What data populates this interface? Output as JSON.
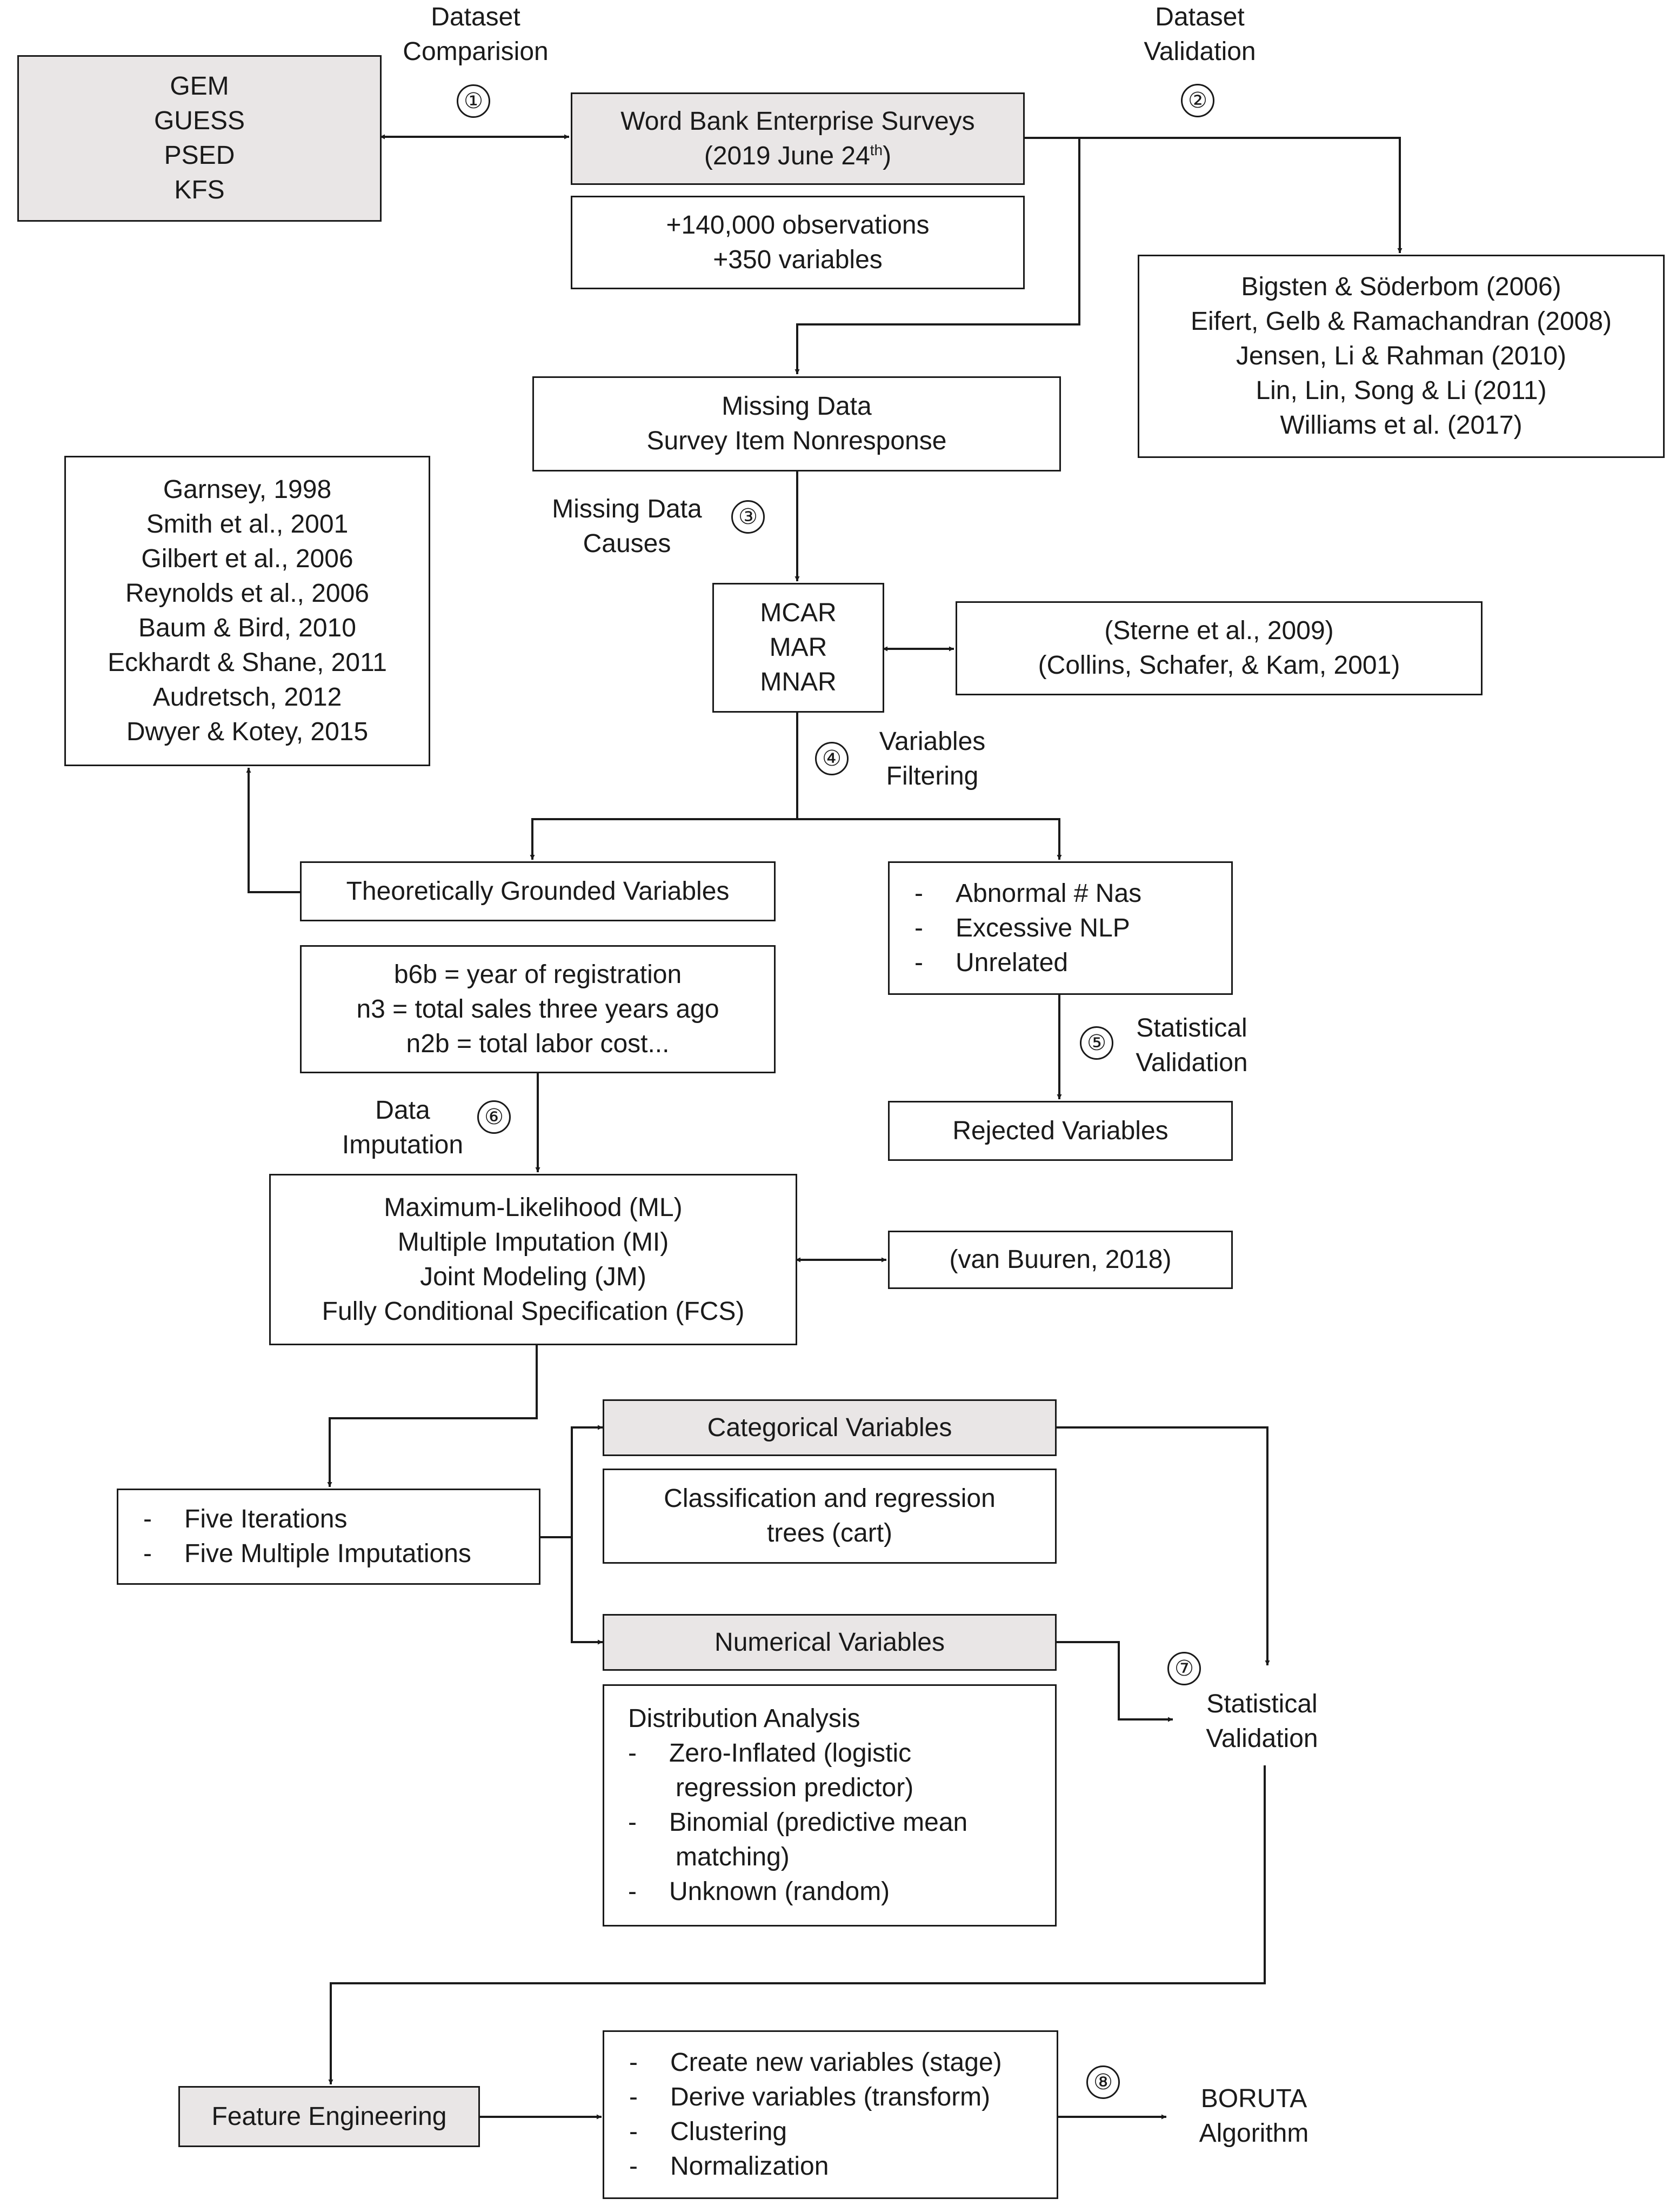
{
  "nodes": {
    "datasets": [
      "GEM",
      "GUESS",
      "PSED",
      "KFS"
    ],
    "wbes_title": "Word Bank Enterprise Surveys",
    "wbes_date_prefix": "(2019 June 24",
    "wbes_date_sup": "th",
    "wbes_date_suffix": ")",
    "observations": [
      "+140,000 observations",
      "+350 variables"
    ],
    "validation_refs": [
      "Bigsten & Söderbom (2006)",
      "Eifert, Gelb & Ramachandran (2008)",
      "Jensen, Li & Rahman (2010)",
      "Lin, Lin, Song & Li (2011)",
      "Williams et al. (2017)"
    ],
    "missing_data": [
      "Missing Data",
      "Survey Item Nonresponse"
    ],
    "literature": [
      "Garnsey, 1998",
      "Smith et al., 2001",
      "Gilbert et al., 2006",
      "Reynolds et al., 2006",
      "Baum & Bird, 2010",
      "Eckhardt & Shane, 2011",
      "Audretsch, 2012",
      "Dwyer & Kotey, 2015"
    ],
    "mechanisms": [
      "MCAR",
      "MAR",
      "MNAR"
    ],
    "mechanism_refs": [
      "(Sterne et al., 2009)",
      "(Collins, Schafer, & Kam, 2001)"
    ],
    "grounded": "Theoretically Grounded Variables",
    "filter_reasons": [
      "Abnormal # Nas",
      "Excessive NLP",
      "Unrelated"
    ],
    "variables_examples": [
      "b6b = year of registration",
      "n3 = total sales three years ago",
      "n2b = total labor cost..."
    ],
    "rejected": "Rejected Variables",
    "imputation_methods": [
      "Maximum-Likelihood (ML)",
      "Multiple Imputation (MI)",
      "Joint Modeling (JM)",
      "Fully Conditional Specification (FCS)"
    ],
    "imputation_ref": "(van Buuren, 2018)",
    "iterations": [
      "Five Iterations",
      "Five Multiple Imputations"
    ],
    "categorical": "Categorical Variables",
    "cart": [
      "Classification and regression",
      "trees (cart)"
    ],
    "numerical": "Numerical Variables",
    "distribution_title": "Distribution Analysis",
    "distribution_items": [
      "Zero-Inflated (logistic",
      "regression predictor)",
      "Binomial (predictive mean",
      "matching)",
      "Unknown (random)"
    ],
    "feature_engineering": "Feature Engineering",
    "fe_steps": [
      "Create new variables (stage)",
      "Derive variables (transform)",
      "Clustering",
      "Normalization"
    ],
    "boruta": [
      "BORUTA",
      "Algorithm"
    ]
  },
  "labels": {
    "comparison": [
      "Dataset",
      "Comparision"
    ],
    "validation": [
      "Dataset",
      "Validation"
    ],
    "causes": [
      "Missing Data",
      "Causes"
    ],
    "filtering": [
      "Variables",
      "Filtering"
    ],
    "stat_validation": [
      "Statistical",
      "Validation"
    ],
    "imputation": [
      "Data",
      "Imputation"
    ],
    "stat_validation_final": [
      "Statistical",
      "Validation"
    ]
  },
  "steps": [
    "①",
    "②",
    "③",
    "④",
    "⑤",
    "⑥",
    "⑦",
    "⑧"
  ],
  "dash": "-"
}
